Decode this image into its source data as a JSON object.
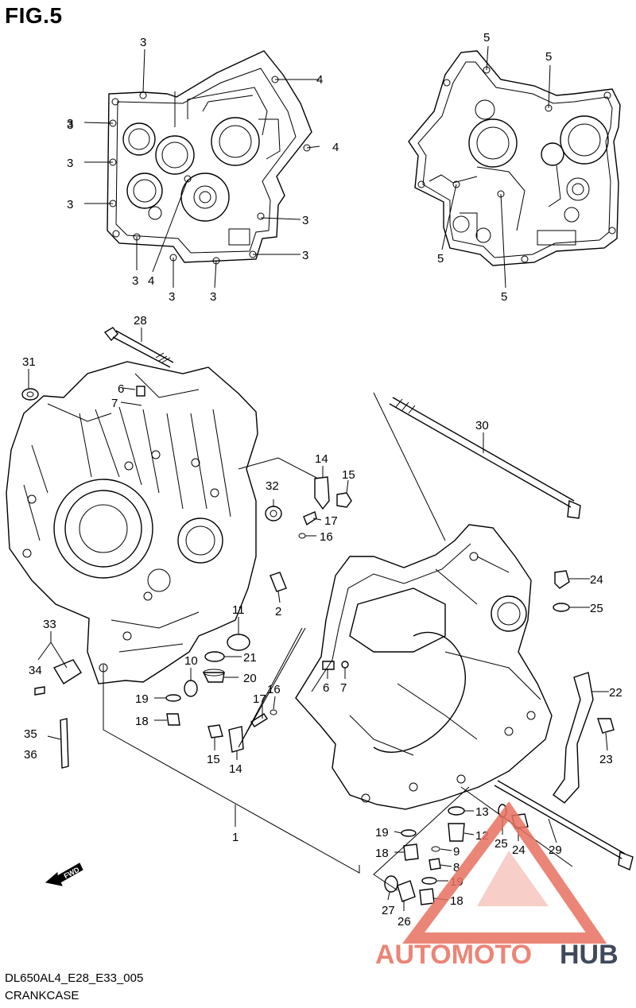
{
  "figure": {
    "title": "FIG.5",
    "model_code": "DL650AL4_E28_E33_005",
    "section": "CRANKCASE"
  },
  "fwd_label": "FWD",
  "watermark": {
    "text_part1": "AUTOMOTO",
    "text_part2": "HUB",
    "color_primary": "#e87060",
    "color_secondary": "#1f2a40"
  },
  "callouts": {
    "c1": "3",
    "c2": "4",
    "c3": "3",
    "c4": "4",
    "c5": "3",
    "c6": "3",
    "c7": "3",
    "c8": "3",
    "c9": "3",
    "c10": "3",
    "c11": "4",
    "c12": "3",
    "c13": "3",
    "c14": "5",
    "c15": "5",
    "c16": "5",
    "c17": "5",
    "c18": "28",
    "c19": "31",
    "c20": "6",
    "c21": "7",
    "c22": "30",
    "c23": "14",
    "c24": "15",
    "c25": "32",
    "c26": "17",
    "c27": "16",
    "c28": "24",
    "c29": "25",
    "c30": "2",
    "c31": "11",
    "c32": "33",
    "c33": "34",
    "c34": "10",
    "c35": "21",
    "c36": "20",
    "c37": "6",
    "c38": "7",
    "c39": "19",
    "c40": "17",
    "c41": "16",
    "c42": "22",
    "c43": "18",
    "c44": "35",
    "c45": "36",
    "c46": "15",
    "c47": "14",
    "c48": "23",
    "c49": "1",
    "c50": "13",
    "c51": "19",
    "c52": "12",
    "c53": "25",
    "c54": "24",
    "c55": "29",
    "c56": "9",
    "c57": "18",
    "c58": "8",
    "c59": "19",
    "c60": "27",
    "c61": "26",
    "c62": "18"
  }
}
